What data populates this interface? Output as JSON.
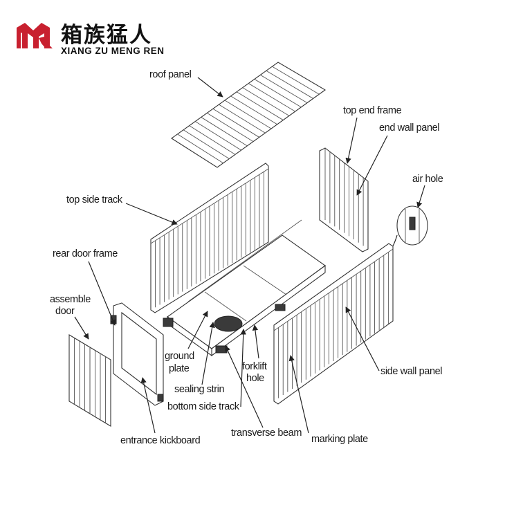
{
  "brand": {
    "name_cn": "箱族猛人",
    "name_en": "XIANG ZU MENG REN",
    "logo_color": "#c8202f"
  },
  "labels": {
    "roof_panel": "roof panel",
    "top_end_frame": "top end frame",
    "end_wall_panel": "end wall panel",
    "air_hole": "air hole",
    "top_side_track": "top side track",
    "rear_door_frame": "rear door frame",
    "assemble_door_1": "assemble",
    "assemble_door_2": "door",
    "ground_plate_1": "ground",
    "ground_plate_2": "plate",
    "sealing_strin": "sealing strin",
    "bottom_side_track": "bottom side track",
    "forklift_hole_1": "forklift",
    "forklift_hole_2": "hole",
    "side_wall_panel": "side wall panel",
    "entrance_kickboard": "entrance kickboard",
    "transverse_beam": "transverse beam",
    "marking_plate": "marking plate"
  }
}
